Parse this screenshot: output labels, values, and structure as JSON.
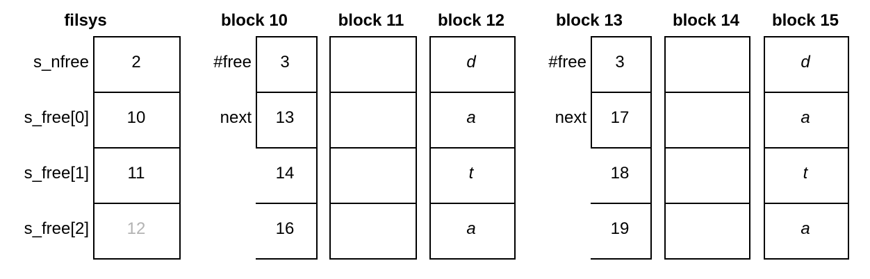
{
  "diagram": {
    "columns": [
      {
        "key": "filsys",
        "title": "filsys",
        "row_labels": [
          "s_nfree",
          "s_free[0]",
          "s_free[1]",
          "s_free[2]"
        ],
        "values": [
          "2",
          "10",
          "11",
          "12"
        ],
        "value_styles": [
          "normal",
          "normal",
          "normal",
          "muted"
        ]
      },
      {
        "key": "block10",
        "title": "block 10",
        "row_labels": [
          "#free",
          "next",
          "",
          ""
        ],
        "values": [
          "3",
          "13",
          "14",
          "16"
        ],
        "value_styles": [
          "normal",
          "normal",
          "normal",
          "normal"
        ]
      },
      {
        "key": "block11",
        "title": "block 11",
        "row_labels": [
          "",
          "",
          "",
          ""
        ],
        "values": [
          "",
          "",
          "",
          ""
        ],
        "value_styles": [
          "normal",
          "normal",
          "normal",
          "normal"
        ]
      },
      {
        "key": "block12",
        "title": "block 12",
        "row_labels": [
          "",
          "",
          "",
          ""
        ],
        "values": [
          "d",
          "a",
          "t",
          "a"
        ],
        "value_styles": [
          "italic",
          "italic",
          "italic",
          "italic"
        ]
      },
      {
        "key": "block13",
        "title": "block 13",
        "row_labels": [
          "#free",
          "next",
          "",
          ""
        ],
        "values": [
          "3",
          "17",
          "18",
          "19"
        ],
        "value_styles": [
          "normal",
          "normal",
          "normal",
          "normal"
        ]
      },
      {
        "key": "block14",
        "title": "block 14",
        "row_labels": [
          "",
          "",
          "",
          ""
        ],
        "values": [
          "",
          "",
          "",
          ""
        ],
        "value_styles": [
          "normal",
          "normal",
          "normal",
          "normal"
        ]
      },
      {
        "key": "block15",
        "title": "block 15",
        "row_labels": [
          "",
          "",
          "",
          ""
        ],
        "values": [
          "d",
          "a",
          "t",
          "a"
        ],
        "value_styles": [
          "italic",
          "italic",
          "italic",
          "italic"
        ]
      }
    ],
    "colors": {
      "line": "#000000",
      "text": "#000000",
      "muted_text": "#b3b3b3"
    }
  }
}
